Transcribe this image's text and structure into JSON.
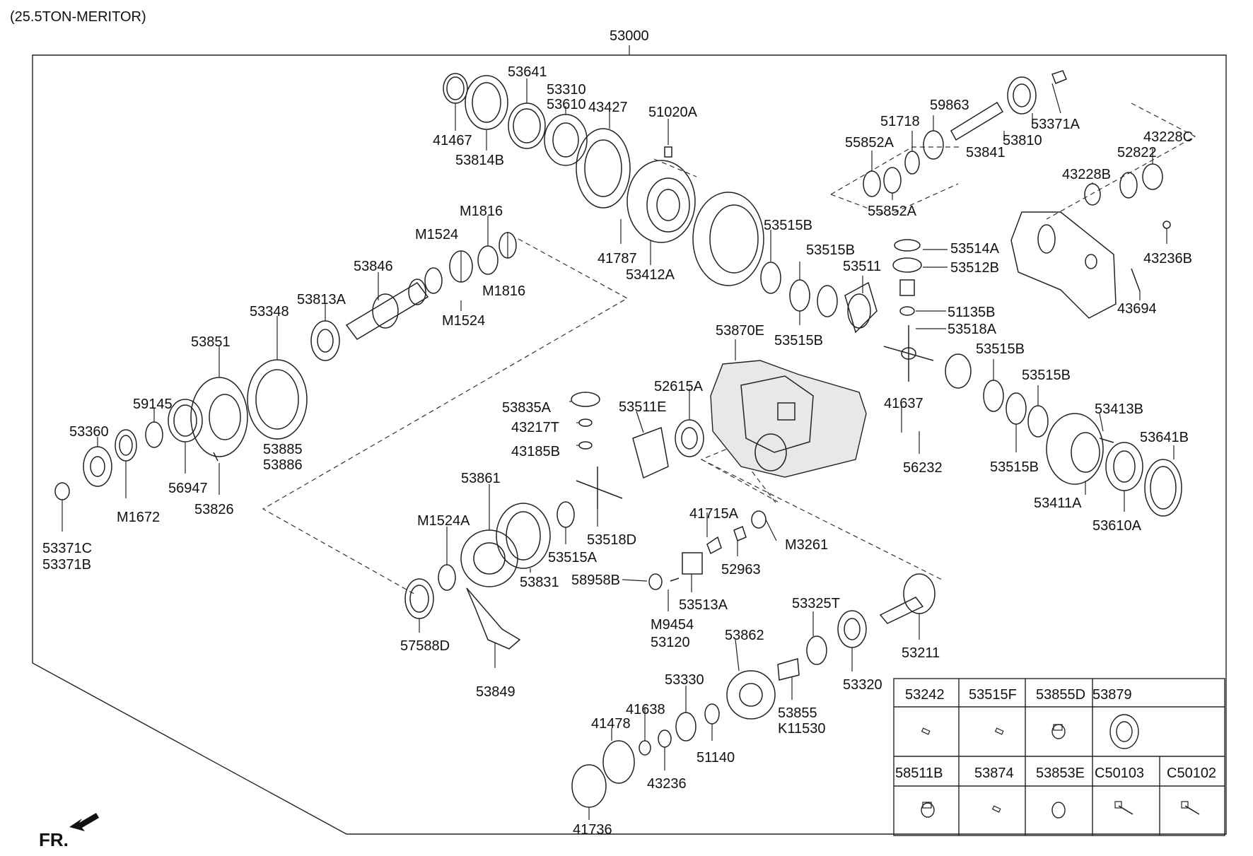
{
  "header": {
    "variant": "(25.5TON-MERITOR)",
    "assembly_number": "53000"
  },
  "direction_label": "FR.",
  "parts": {
    "p41467": "41467",
    "p53814B": "53814B",
    "p53641": "53641",
    "p53310": "53310",
    "p53610": "53610",
    "p43427": "43427",
    "p51020A": "51020A",
    "p41787": "41787",
    "p53412A": "53412A",
    "p59863": "59863",
    "p51718": "51718",
    "p55852A_1": "55852A",
    "p55852A_2": "55852A",
    "p53841": "53841",
    "p53810": "53810",
    "p53371A": "53371A",
    "p43228C": "43228C",
    "p52822": "52822",
    "p43228B": "43228B",
    "p43236B": "43236B",
    "p43694": "43694",
    "p53514A": "53514A",
    "p53512B": "53512B",
    "p51135B": "51135B",
    "p53518A": "53518A",
    "p53515B_1": "53515B",
    "p53515B_2": "53515B",
    "p53511": "53511",
    "p53515B_3": "53515B",
    "p53870E": "53870E",
    "p53515B_4": "53515B",
    "p53515B_5": "53515B",
    "p53515B_6": "53515B",
    "p41637": "41637",
    "p56232": "56232",
    "p53413B": "53413B",
    "p53641B": "53641B",
    "p53411A": "53411A",
    "p53610A": "53610A",
    "pM1816_1": "M1816",
    "pM1524_1": "M1524",
    "p53846": "53846",
    "pM1816_2": "M1816",
    "pM1524_2": "M1524",
    "p53348": "53348",
    "p53813A": "53813A",
    "p53851": "53851",
    "p59145": "59145",
    "p53360": "53360",
    "p53885": "53885",
    "p53886": "53886",
    "p56947": "56947",
    "p53826": "53826",
    "pM1672": "M1672",
    "p53371C": "53371C",
    "p53371B": "53371B",
    "p53835A": "53835A",
    "p43217T": "43217T",
    "p43185B": "43185B",
    "p53511E": "53511E",
    "p52615A": "52615A",
    "p53861": "53861",
    "pM1524A": "M1524A",
    "p53518D": "53518D",
    "p53515A": "53515A",
    "p53831": "53831",
    "p57588D": "57588D",
    "p53849": "53849",
    "p41715A": "41715A",
    "pM3261": "M3261",
    "p52963": "52963",
    "p58958B": "58958B",
    "p53513A": "53513A",
    "pM9454": "M9454",
    "p53120": "53120",
    "p53325T": "53325T",
    "p53211": "53211",
    "p53862": "53862",
    "p53320": "53320",
    "p53330": "53330",
    "p41638": "41638",
    "p41478": "41478",
    "p53855": "53855",
    "pK11530": "K11530",
    "p51140": "51140",
    "p43236": "43236",
    "p41736": "41736"
  },
  "legend_table": {
    "row1": [
      "53242",
      "53515F",
      "53855D",
      "53879"
    ],
    "row2": [
      "58511B",
      "53874",
      "53853E",
      "C50103",
      "C50102"
    ]
  }
}
